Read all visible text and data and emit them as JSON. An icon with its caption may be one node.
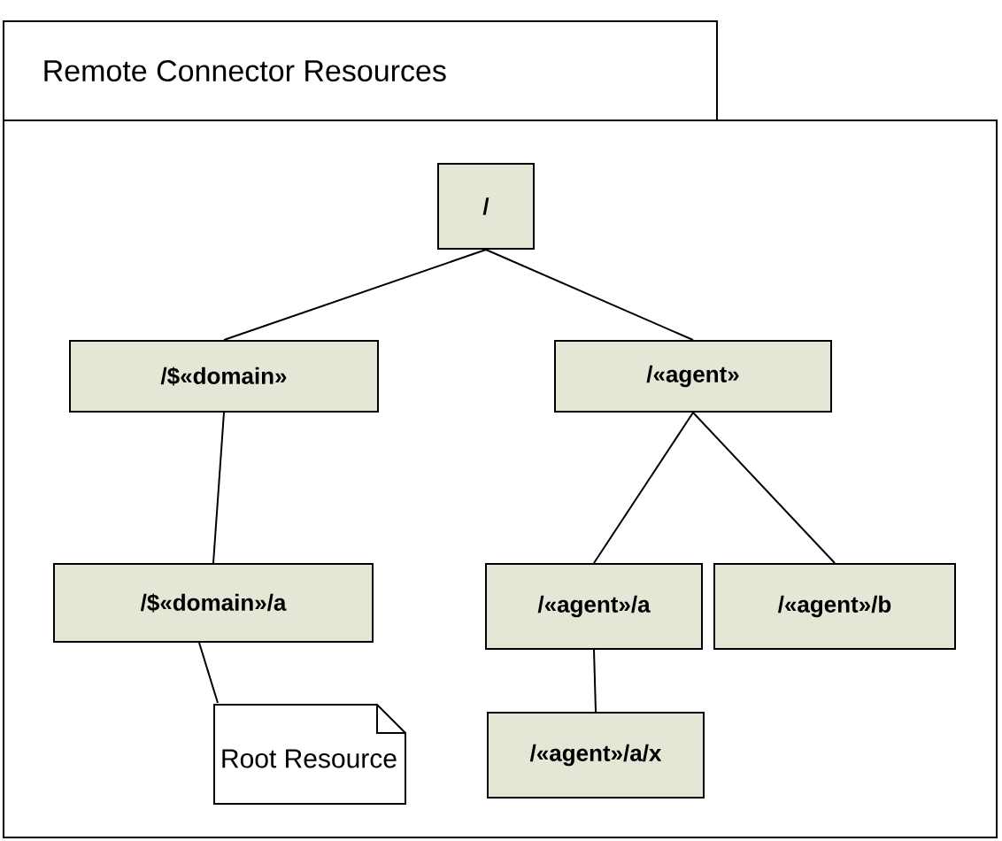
{
  "diagram": {
    "nodes": [
      {
        "text": [
          "Remote Connector Resources"
        ]
      },
      {
        "text": [
          "/"
        ],
        "in": 0
      },
      {
        "text": [
          "/$«domain»"
        ],
        "in": 0
      },
      {
        "text": [
          "/«agent»"
        ],
        "in": 0
      },
      {
        "text": [
          "/$«domain»/a"
        ],
        "in": 0
      },
      {
        "text": [
          "/«agent»/a"
        ],
        "in": 0
      },
      {
        "text": [
          "/«agent»/b"
        ],
        "in": 0
      },
      {
        "text": [
          "Root Resource"
        ],
        "in": 0
      },
      {
        "text": [
          "/«agent»/a/x"
        ],
        "in": 0
      }
    ],
    "edges": [
      {
        "from": 1,
        "to": 2,
        "arrow": "none"
      },
      {
        "from": 1,
        "to": 3,
        "arrow": "none"
      },
      {
        "from": 2,
        "to": 4,
        "arrow": "none"
      },
      {
        "from": 3,
        "to": 5,
        "arrow": "none"
      },
      {
        "from": 3,
        "to": 6,
        "arrow": "none"
      },
      {
        "from": 5,
        "to": 8,
        "arrow": "none"
      },
      {
        "from": 7,
        "to": 4,
        "arrow": "none"
      }
    ]
  }
}
